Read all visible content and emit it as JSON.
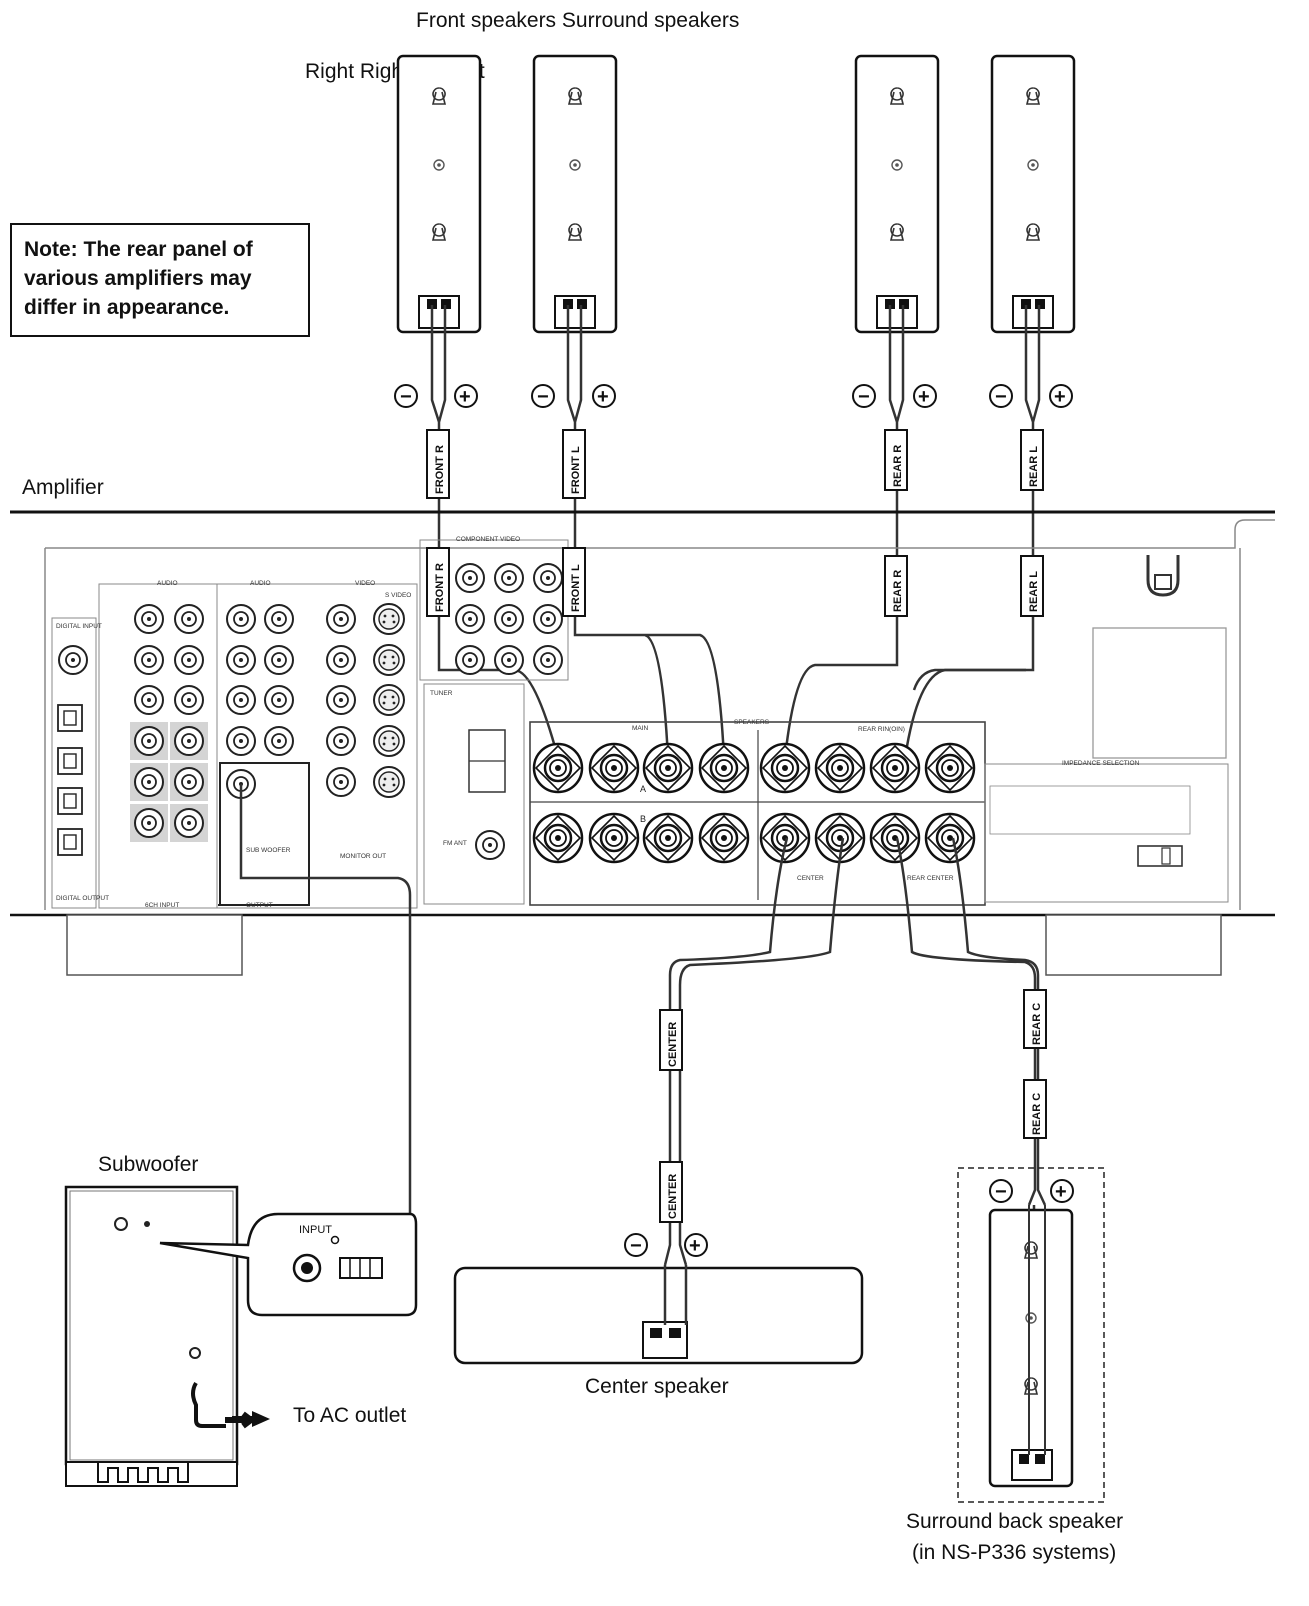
{
  "labels": {
    "header": "Front speakers Surround speakers",
    "sub_header": "Right RightLeft Left",
    "amplifier": "Amplifier",
    "subwoofer": "Subwoofer",
    "to_ac_outlet": "To AC outlet",
    "center_speaker": "Center speaker",
    "surround_back_line1": "Surround back speaker",
    "surround_back_line2": "(in NS-P336 systems)",
    "input": "INPUT"
  },
  "note": "Note: The rear panel of various amplifiers may differ in appearance.",
  "cable_tags": {
    "front_r": "FRONT R",
    "front_l": "FRONT L",
    "rear_r": "REAR R",
    "rear_l": "REAR L",
    "center": "CENTER",
    "rear_c": "REAR C"
  },
  "terminals": {
    "minus": "−",
    "plus": "+"
  },
  "panel": {
    "component_video": "COMPONENT VIDEO",
    "audio": "AUDIO",
    "video": "VIDEO",
    "s_video": "S VIDEO",
    "digital_input": "DIGITAL INPUT",
    "tuner": "TUNER",
    "speakers": "SPEAKERS",
    "main": "MAIN",
    "rear_rinoin": "REAR RIN(OIN)",
    "a": "A",
    "b": "B",
    "center_term": "CENTER",
    "rear_center": "REAR CENTER",
    "impedance_selection": "IMPEDANCE SELECTION",
    "sub_woofer": "SUB WOOFER",
    "output": "OUTPUT",
    "ch6_input": "6CH INPUT",
    "monitor_out": "MONITOR OUT",
    "digital_output": "DIGITAL OUTPUT",
    "fm_ant": "FM ANT"
  }
}
